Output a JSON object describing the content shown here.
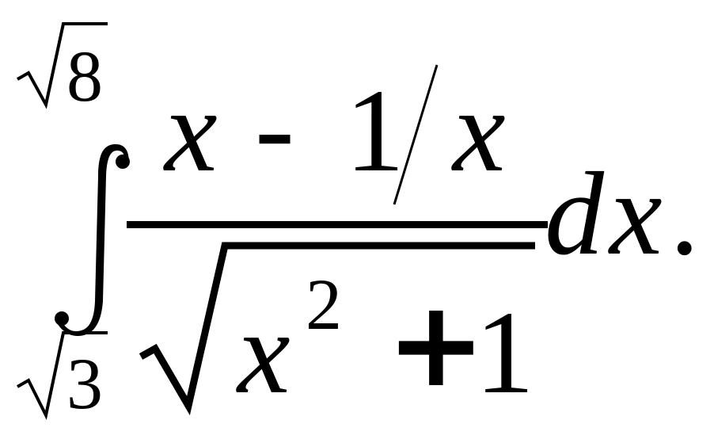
{
  "expression": {
    "integral": {
      "upper_limit": {
        "radicand": "8"
      },
      "lower_limit": {
        "radicand": "3"
      }
    },
    "numerator": {
      "term1": "x",
      "operator": "-",
      "slash_numerator": "1",
      "slash_denominator": "x"
    },
    "denominator": {
      "base": "x",
      "exponent": "2",
      "operator": "+",
      "constant": "1"
    },
    "differential": {
      "d": "d",
      "variable": "x",
      "trailing": "."
    }
  }
}
